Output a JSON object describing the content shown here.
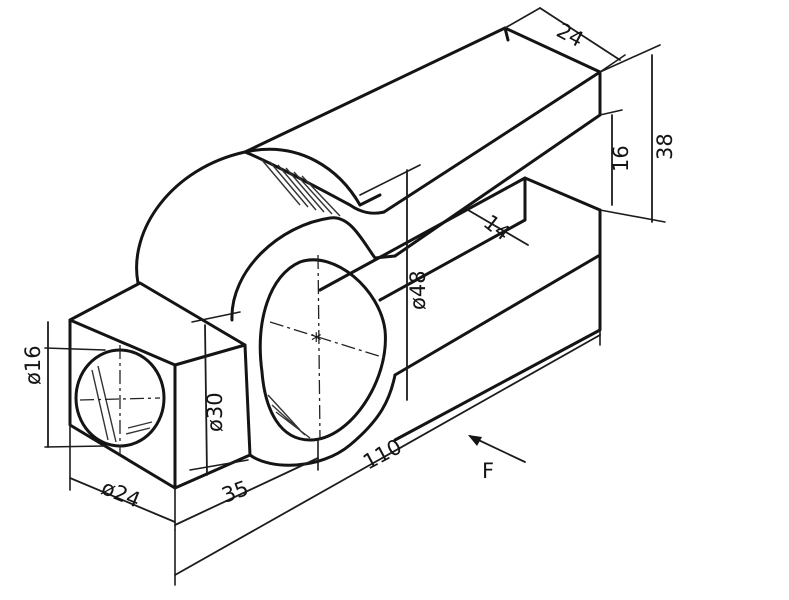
{
  "dimensions": {
    "width_top": "24",
    "height_total": "38",
    "slot_depth": "16",
    "slot_width": "14",
    "big_bore": "ø48",
    "end_bore": "ø16",
    "boss_dia": "ø30",
    "end_width": "ø24",
    "offset": "35",
    "length": "110"
  },
  "view_marker": "F",
  "colors": {
    "ink": "#141414",
    "paper": "#ffffff"
  }
}
